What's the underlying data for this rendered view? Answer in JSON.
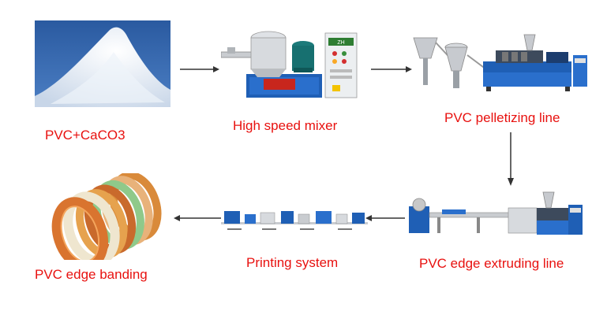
{
  "stages": {
    "powder": {
      "label": "PVC+CaCO3"
    },
    "mixer": {
      "label": "High speed mixer",
      "panel_text": "ZH"
    },
    "pelletizing": {
      "label": "PVC pelletizing line"
    },
    "extruding": {
      "label": "PVC edge extruding line"
    },
    "printing": {
      "label": "Printing system"
    },
    "banding": {
      "label": "PVC edge banding"
    }
  },
  "colors": {
    "label": "#e8110f",
    "arrow": "#333333",
    "machine_blue": "#1f5fb5",
    "sky_blue": "#2f63a8",
    "steel": "#c9ccd0"
  }
}
